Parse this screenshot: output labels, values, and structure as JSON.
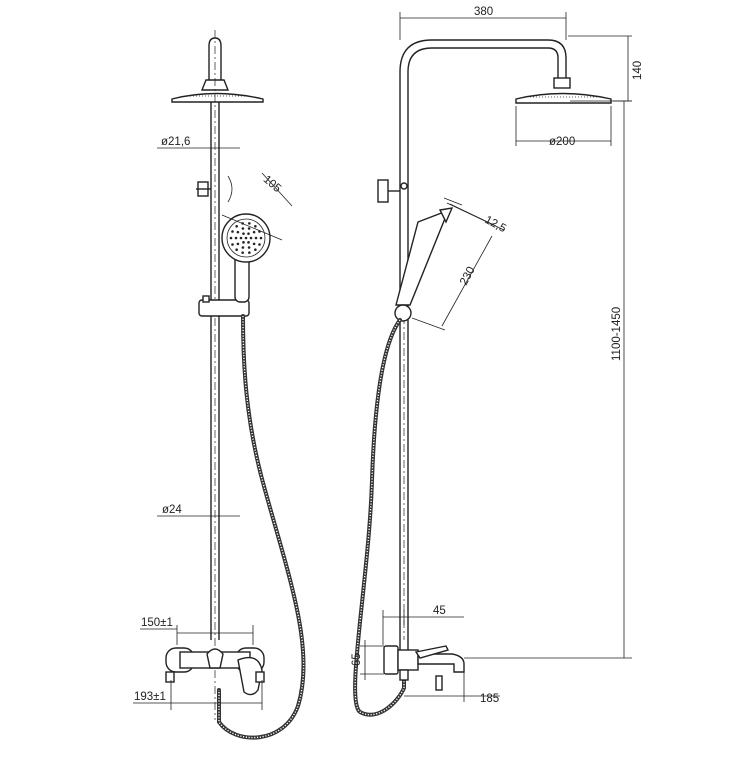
{
  "dimensions": {
    "arm_length": "380",
    "head_height": "140",
    "head_diameter": "ø200",
    "height_range": "1100-1450",
    "pipe_upper_diameter": "ø21,6",
    "pipe_lower_diameter": "ø24",
    "hand_shower_head_width": "105",
    "hand_shower_thickness": "12,5",
    "hand_shower_length": "230",
    "mixer_wall_offset": "45",
    "mixer_height": "65",
    "spout_length": "185",
    "inlet_spacing": "150±1",
    "mixer_width": "193±1"
  }
}
